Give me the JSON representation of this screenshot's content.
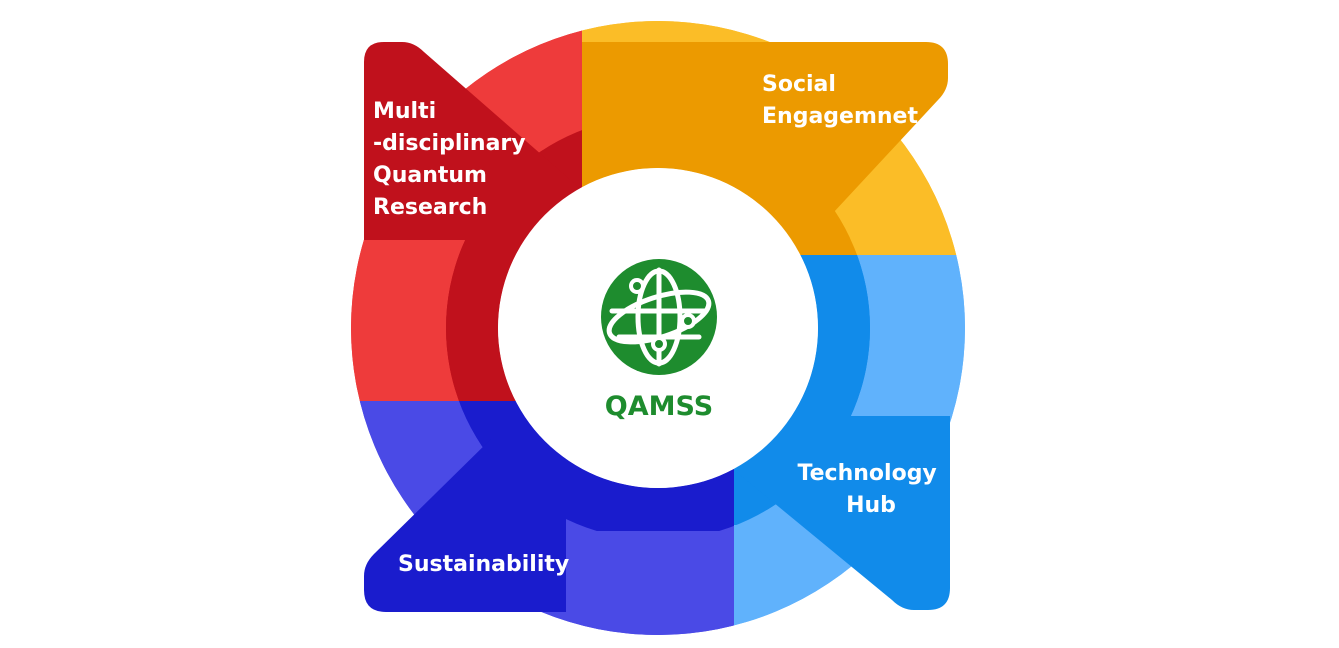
{
  "center": {
    "title": "QAMSS",
    "icon": "globe-network-icon",
    "color": "#1e8c2e"
  },
  "segments": [
    {
      "id": "research",
      "lines": [
        "Multi",
        "-disciplinary",
        "Quantum",
        "Research"
      ],
      "colors": {
        "light": "#ee3b3b",
        "dark": "#c0111c"
      }
    },
    {
      "id": "social",
      "lines": [
        "Social",
        "Engagemnet"
      ],
      "colors": {
        "light": "#fbbd27",
        "dark": "#ec9a00"
      }
    },
    {
      "id": "technology",
      "lines": [
        "Technology",
        "Hub"
      ],
      "colors": {
        "light": "#60b2fc",
        "dark": "#118bea"
      }
    },
    {
      "id": "sustainability",
      "lines": [
        "Sustainability"
      ],
      "colors": {
        "light": "#4a4ae6",
        "dark": "#1a1ccd"
      }
    }
  ]
}
